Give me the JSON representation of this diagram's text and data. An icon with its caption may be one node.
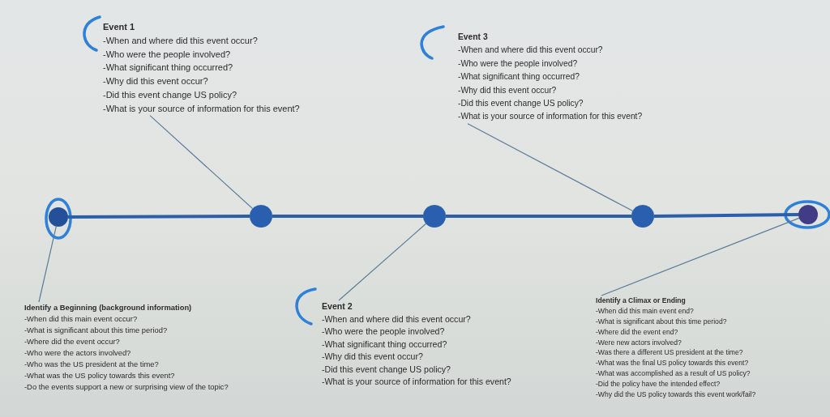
{
  "diagram": {
    "nodes": [
      {
        "text": [
          "Event 1",
          "-When and where did this event occur?",
          "-Who were the people involved?",
          "-What significant thing occurred?",
          "-Why did this event occur?",
          "-Did this event change US policy?",
          "-What is your source of information for this event?"
        ]
      },
      {
        "text": [
          "Event 3",
          "-When and where did this event occur?",
          "-Who were the people involved?",
          "-What significant thing occurred?",
          "-Why did this event occur?",
          "-Did this event change US policy?",
          "-What is your source of information for this event?"
        ]
      },
      {
        "text": [],
        "shape": "circle"
      },
      {
        "text": [],
        "shape": "circle"
      },
      {
        "text": [],
        "shape": "circle"
      },
      {
        "text": [],
        "shape": "circle"
      },
      {
        "text": [],
        "shape": "circle"
      },
      {
        "text": [
          "Identify a Beginning (background information)",
          "-When did this main event occur?",
          "-What is significant about this time period?",
          "-Where did the event occur?",
          "-Who were the actors involved?",
          "-Who was the US president at the time?",
          "-What was the US policy towards this event?",
          "-Do the events support a new or surprising view of the topic?"
        ]
      },
      {
        "text": [
          "Event 2",
          "-When and where did this event occur?",
          "-Who were the people involved?",
          "-What significant thing occurred?",
          "-Why did this event occur?",
          "-Did this event change US policy?",
          "-What is your source of information for this event?"
        ]
      },
      {
        "text": [
          "Identify a Climax or Ending",
          "-When did this main event end?",
          "-What is significant about this time period?",
          "-Where did the event end?",
          "-Were new actors involved?",
          "-Was there a different US president at the time?",
          "-What was the final US policy towards this event?",
          "-What was accomplished as a result of US policy?",
          "-Did the policy have the intended effect?",
          "-Why did the US policy towards this event work/fail?"
        ]
      }
    ],
    "edges": [
      {
        "from": 0,
        "to": 3,
        "arrow": "none"
      },
      {
        "from": 1,
        "to": 5,
        "arrow": "none"
      },
      {
        "from": 2,
        "to": 3,
        "arrow": "none",
        "style": "thick",
        "color": "#2d5fa8"
      },
      {
        "from": 3,
        "to": 4,
        "arrow": "none",
        "style": "thick",
        "color": "#2d5fa8"
      },
      {
        "from": 4,
        "to": 5,
        "arrow": "none",
        "style": "thick",
        "color": "#2d5fa8"
      },
      {
        "from": 5,
        "to": 6,
        "arrow": "none",
        "style": "thick",
        "color": "#2d5fa8"
      },
      {
        "from": 7,
        "to": 2,
        "arrow": "none"
      },
      {
        "from": 8,
        "to": 4,
        "arrow": "none"
      },
      {
        "from": 9,
        "to": 6,
        "arrow": "none"
      }
    ]
  }
}
